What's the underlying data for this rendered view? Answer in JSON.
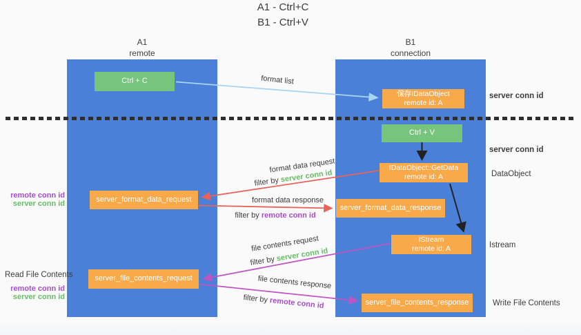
{
  "title": {
    "line1": "A1 - Ctrl+C",
    "line2": "B1 - Ctrl+V"
  },
  "columns": {
    "left": {
      "name": "A1",
      "subtitle": "remote"
    },
    "right": {
      "name": "B1",
      "subtitle": "connection"
    }
  },
  "nodes": {
    "ctrl_c": "Ctrl + C",
    "ctrl_v": "Ctrl + V",
    "save_idataobject": {
      "line1": "保存IDataObject",
      "line2": "remote id: A"
    },
    "getdata": {
      "line1": "IDataObject::GetData",
      "line2": "remote id: A"
    },
    "istream": {
      "line1": "IStream",
      "line2": "remote id: A"
    },
    "server_format_data_request": "server_format_data_request",
    "server_format_data_response": "server_format_data_response",
    "server_file_contents_request": "server_file_contents_request",
    "server_file_contents_response": "server_file_contents_response"
  },
  "arrow_labels": {
    "format_list": "format list",
    "format_data_request": "format data request",
    "format_data_response": "format data response",
    "file_contents_request": "file contents request",
    "file_contents_response": "file contents response",
    "filter_by": "filter by",
    "server_conn_id": "server conn id",
    "remote_conn_id": "remote conn id"
  },
  "side_labels": {
    "server_conn_id_top": "server conn id",
    "server_conn_id_mid": "server conn id",
    "dataobject": "DataObject",
    "istream": "Istream",
    "write_file_contents": "Write File Contents",
    "read_file_contents": "Read File Contents",
    "remote_conn_id": "remote conn id",
    "server_conn_id": "server conn id"
  },
  "colors": {
    "column_blue": "#4a80d8",
    "node_orange": "#f8a94a",
    "node_green": "#77c47c",
    "green_text": "#67bd66",
    "purple_text": "#a54fc8",
    "red_arrow": "#e8635b",
    "magenta_arrow": "#c054c4",
    "light_blue_arrow": "#a9d4f2",
    "black_arrow": "#222222",
    "dark_text": "#3b3b3b"
  }
}
